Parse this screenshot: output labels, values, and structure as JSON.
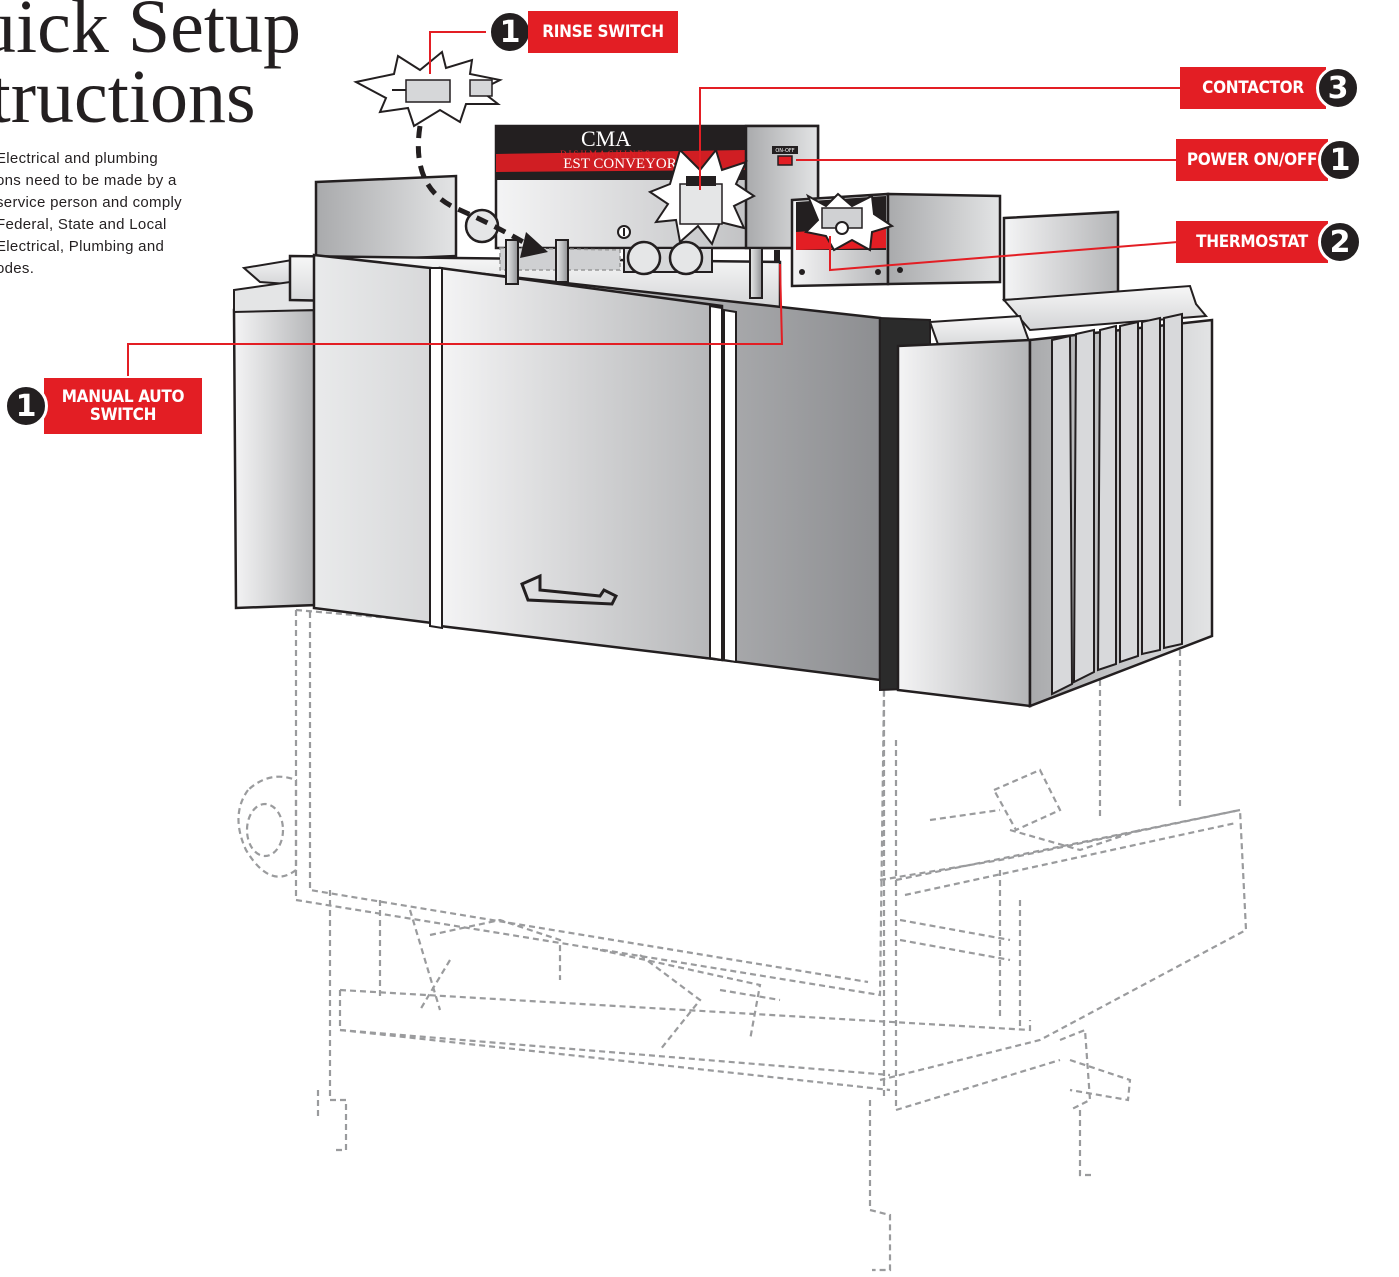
{
  "title": {
    "line1": "uick Setup",
    "line2": "structions"
  },
  "intro": {
    "lines": [
      "Electrical and plumbing",
      "ons need to be made by a",
      "service person and comply",
      "Federal, State and Local",
      "Electrical, Plumbing and",
      "odes."
    ]
  },
  "callouts": {
    "rinse_switch": {
      "number": "1",
      "label": "RINSE SWITCH"
    },
    "contactor": {
      "number": "3",
      "label": "CONTACTOR"
    },
    "power": {
      "number": "1",
      "label": "POWER ON/OFF"
    },
    "thermostat": {
      "number": "2",
      "label": "THERMOSTAT"
    },
    "manual_auto": {
      "number": "1",
      "label_line1": "MANUAL AUTO",
      "label_line2": "SWITCH"
    }
  },
  "machine": {
    "brand": "CMA",
    "sub": "DISHMACHINES",
    "model": "EST CONVEYOR",
    "switch_label": "ON-OFF"
  },
  "colors": {
    "accent": "#e31e24",
    "dark": "#231f20",
    "steel": "#c8c9cb"
  }
}
